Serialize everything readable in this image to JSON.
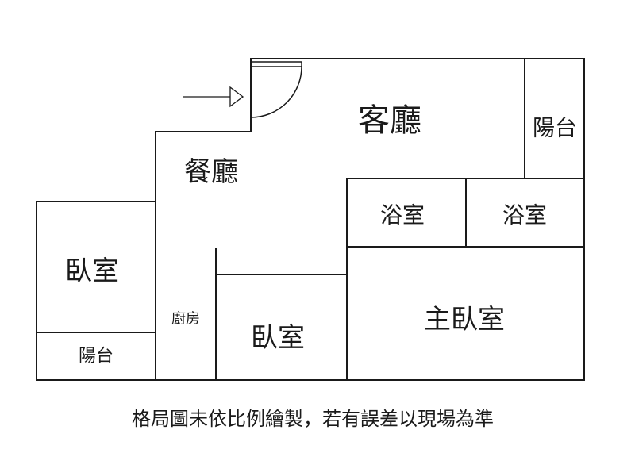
{
  "rooms": {
    "living_room": "客廳",
    "balcony_top": "陽台",
    "dining_room": "餐廳",
    "bathroom_1": "浴室",
    "bathroom_2": "浴室",
    "bedroom_left": "臥室",
    "balcony_bottom": "陽台",
    "kitchen": "廚房",
    "bedroom_middle": "臥室",
    "master_bedroom": "主臥室"
  },
  "disclaimer": "格局圖未依比例繪製，若有誤差以現場為準",
  "icons": {
    "entrance_arrow": "arrow-right-icon",
    "entrance_door": "door-swing-icon"
  },
  "colors": {
    "line": "#1a1a1a",
    "background": "#ffffff"
  }
}
